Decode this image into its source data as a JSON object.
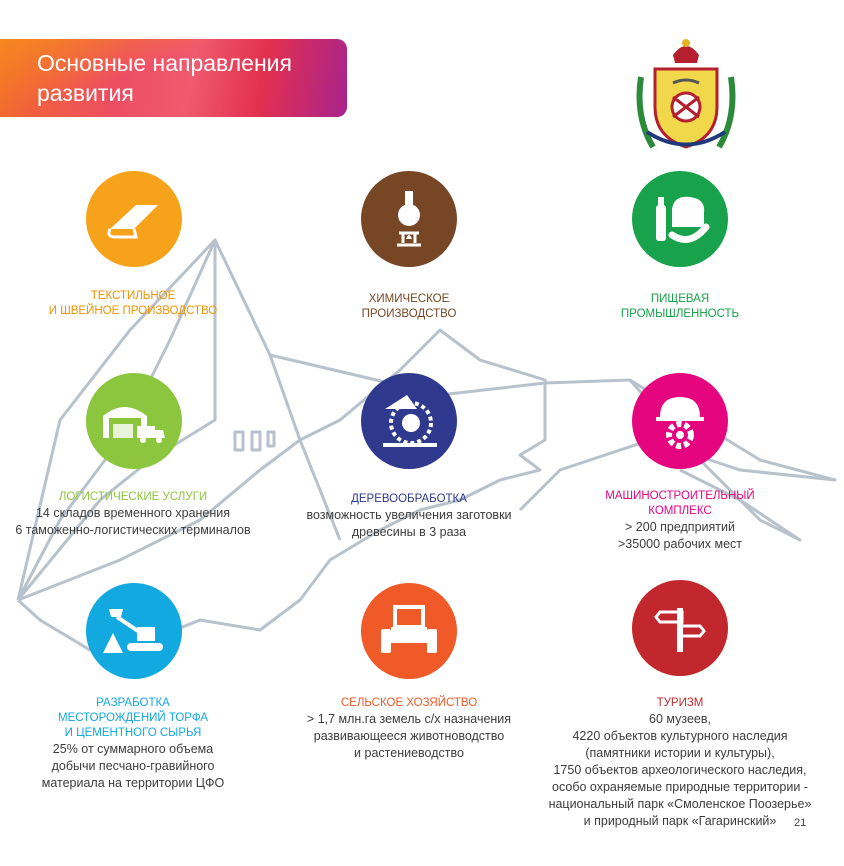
{
  "header": {
    "title_line1": "Основные направления",
    "title_line2": "развития"
  },
  "crest": {
    "alt": "Герб Смоленской области"
  },
  "colors": {
    "textile": "#f7a21b",
    "chemistry": "#774625",
    "food": "#17a24b",
    "logistics": "#8cc63e",
    "wood": "#2f3a8f",
    "machine": "#e5067f",
    "mining": "#12a9e1",
    "agri": "#f05a28",
    "tourism": "#c1272d"
  },
  "items": [
    {
      "title": [
        "ТЕКСТИЛЬНОЕ",
        "И ШВЕЙНОЕ ПРОИЗВОДСТВО"
      ],
      "desc": [],
      "icon": "fabric-icon"
    },
    {
      "title": [
        "ХИМИЧЕСКОЕ",
        "ПРОИЗВОДСТВО"
      ],
      "desc": [],
      "icon": "flask-icon"
    },
    {
      "title": [
        "ПИЩЕВАЯ",
        "ПРОМЫШЛЕННОСТЬ"
      ],
      "desc": [],
      "icon": "food-icon"
    },
    {
      "title": [
        "ЛОГИСТИЧЕСКИЕ УСЛУГИ"
      ],
      "desc": [
        "14 складов временного хранения",
        "6 таможенно-логистических терминалов"
      ],
      "icon": "warehouse-truck-icon"
    },
    {
      "title": [
        "ДЕРЕВООБРАБОТКА"
      ],
      "desc": [
        "возможность увеличения заготовки",
        "древесины в 3 раза"
      ],
      "icon": "saw-icon"
    },
    {
      "title": [
        "МАШИНОСТРОИТЕЛЬНЫЙ",
        "КОМПЛЕКС"
      ],
      "desc": [
        "> 200 предприятий",
        ">35000 рабочих мест"
      ],
      "icon": "helmet-gear-icon"
    },
    {
      "title": [
        "РАЗРАБОТКА",
        "МЕСТОРОЖДЕНИЙ ТОРФА",
        "И ЦЕМЕНТНОГО СЫРЬЯ"
      ],
      "desc": [
        "25% от суммарного объема",
        "добычи песчано-гравийного",
        "материала на территории ЦФО"
      ],
      "icon": "excavator-icon"
    },
    {
      "title": [
        "СЕЛЬСКОЕ ХОЗЯЙСТВО"
      ],
      "desc": [
        "> 1,7 млн.га земель с/х назначения",
        "развивающееся животноводство",
        "и растениеводство"
      ],
      "icon": "tractor-icon"
    },
    {
      "title": [
        "ТУРИЗМ"
      ],
      "desc": [
        "60 музеев,",
        "4220 объектов культурного наследия",
        "(памятники истории и культуры),",
        "1750 объектов археологического наследия,",
        "особо охраняемые природные территории -",
        "национальный парк «Смоленское Поозерье»",
        "и природный парк «Гагаринский»"
      ],
      "icon": "signpost-icon"
    }
  ],
  "page_number": "21"
}
